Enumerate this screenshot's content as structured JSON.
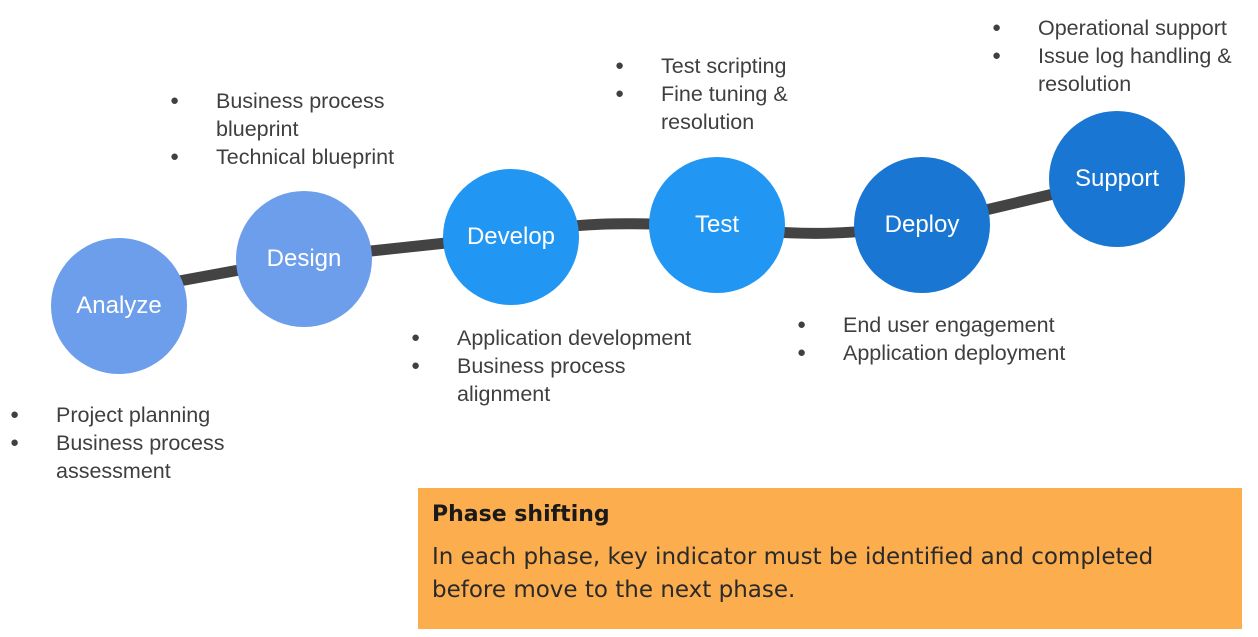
{
  "phases": [
    {
      "label": "Analyze",
      "color": "#6d9eeb"
    },
    {
      "label": "Design",
      "color": "#6d9eeb"
    },
    {
      "label": "Develop",
      "color": "#2196f3"
    },
    {
      "label": "Test",
      "color": "#2196f3"
    },
    {
      "label": "Deploy",
      "color": "#1976d2"
    },
    {
      "label": "Support",
      "color": "#1976d2"
    }
  ],
  "bullets": {
    "analyze": [
      "Project planning",
      "Business process assessment"
    ],
    "design": [
      "Business process blueprint",
      "Technical blueprint"
    ],
    "develop": [
      "Application development",
      "Business process alignment"
    ],
    "test": [
      "Test scripting",
      "Fine tuning & resolution"
    ],
    "deploy": [
      "End user engagement",
      "Application deployment"
    ],
    "support": [
      "Operational support",
      "Issue log handling & resolution"
    ]
  },
  "callout": {
    "title": "Phase shifting",
    "body": "In each phase, key indicator must be identified and completed before move to the next phase.",
    "color": "#fcad4d"
  },
  "connector_color": "#434343"
}
